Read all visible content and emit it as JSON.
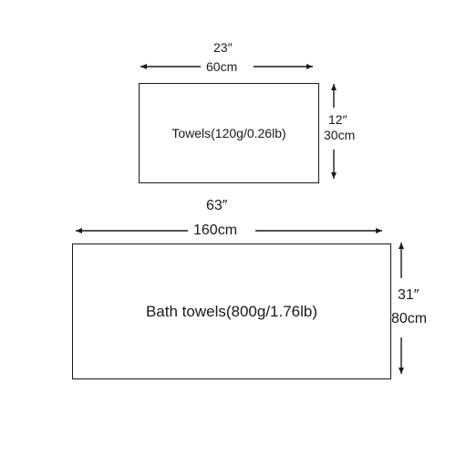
{
  "towel": {
    "label": "Towels(120g/0.26lb)",
    "width_in": "23″",
    "width_cm": "60cm",
    "height_in": "12″",
    "height_cm": "30cm"
  },
  "bath_towel": {
    "label": "Bath towels(800g/1.76lb)",
    "width_in": "63″",
    "width_cm": "160cm",
    "height_in": "31″",
    "height_cm": "80cm"
  },
  "colors": {
    "line": "#1a1a1a",
    "background": "#ffffff"
  }
}
